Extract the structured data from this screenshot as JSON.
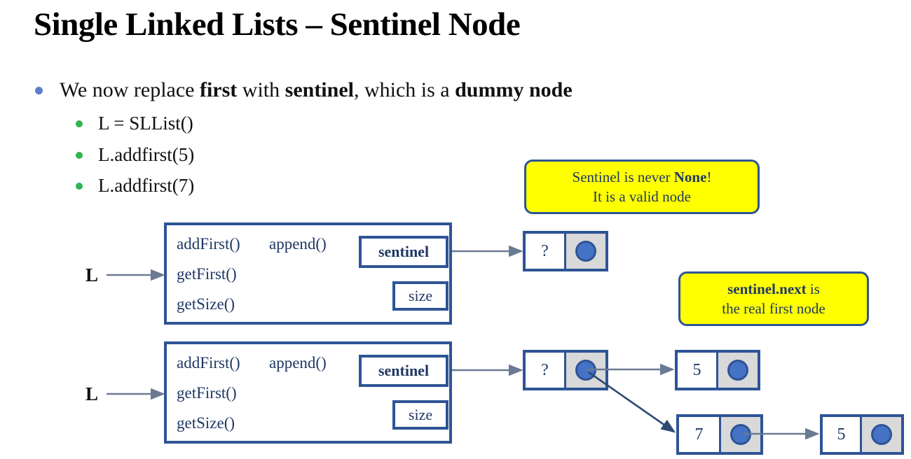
{
  "slide": {
    "title": "Single Linked Lists – Sentinel Node",
    "bullets": {
      "main": {
        "pre": "We now replace ",
        "b1": "first",
        "mid": " with ",
        "b2": "sentinel",
        "post": ", which is a ",
        "b3": "dummy node"
      },
      "sub": [
        "L = SLList()",
        "L.addfirst(5)",
        "L.addfirst(7)"
      ]
    },
    "callouts": [
      {
        "id": "sentinel-never-none",
        "line1_pre": "Sentinel is never ",
        "line1_bold": "None",
        "line1_post": "!",
        "line2": "It is a valid node"
      },
      {
        "id": "sentinel-next-real-first",
        "line1_bold": "sentinel.next",
        "line1_post": " is",
        "line2": "the real first node"
      }
    ],
    "list_objects": [
      {
        "variable": "L",
        "methods": [
          "addFirst()",
          "append()",
          "getFirst()",
          "getSize()"
        ],
        "fields": [
          "sentinel",
          "size"
        ]
      },
      {
        "variable": "L",
        "methods": [
          "addFirst()",
          "append()",
          "getFirst()",
          "getSize()"
        ],
        "fields": [
          "sentinel",
          "size"
        ]
      }
    ],
    "diagrams": [
      {
        "name": "empty-list",
        "nodes": [
          {
            "value": "?",
            "pointer": "null"
          }
        ]
      },
      {
        "name": "two-element-list",
        "nodes": [
          {
            "value": "?",
            "pointer": "node-7"
          },
          {
            "value": "5",
            "pointer": "none"
          },
          {
            "value": "7",
            "pointer": "node-5"
          },
          {
            "value": "5",
            "pointer": "none"
          }
        ]
      }
    ],
    "colors": {
      "box_border": "#2E5496",
      "text_navy": "#1F3864",
      "callout_fill": "#FFFF00",
      "pointer_cell": "#D9D9D9",
      "pointer_circle": "#4472C4",
      "bullet_main": "#5B7FCB",
      "bullet_sub": "#2EB553",
      "arrow_gray": "#7F8FA6",
      "arrow_navy": "#2E4A73"
    }
  }
}
